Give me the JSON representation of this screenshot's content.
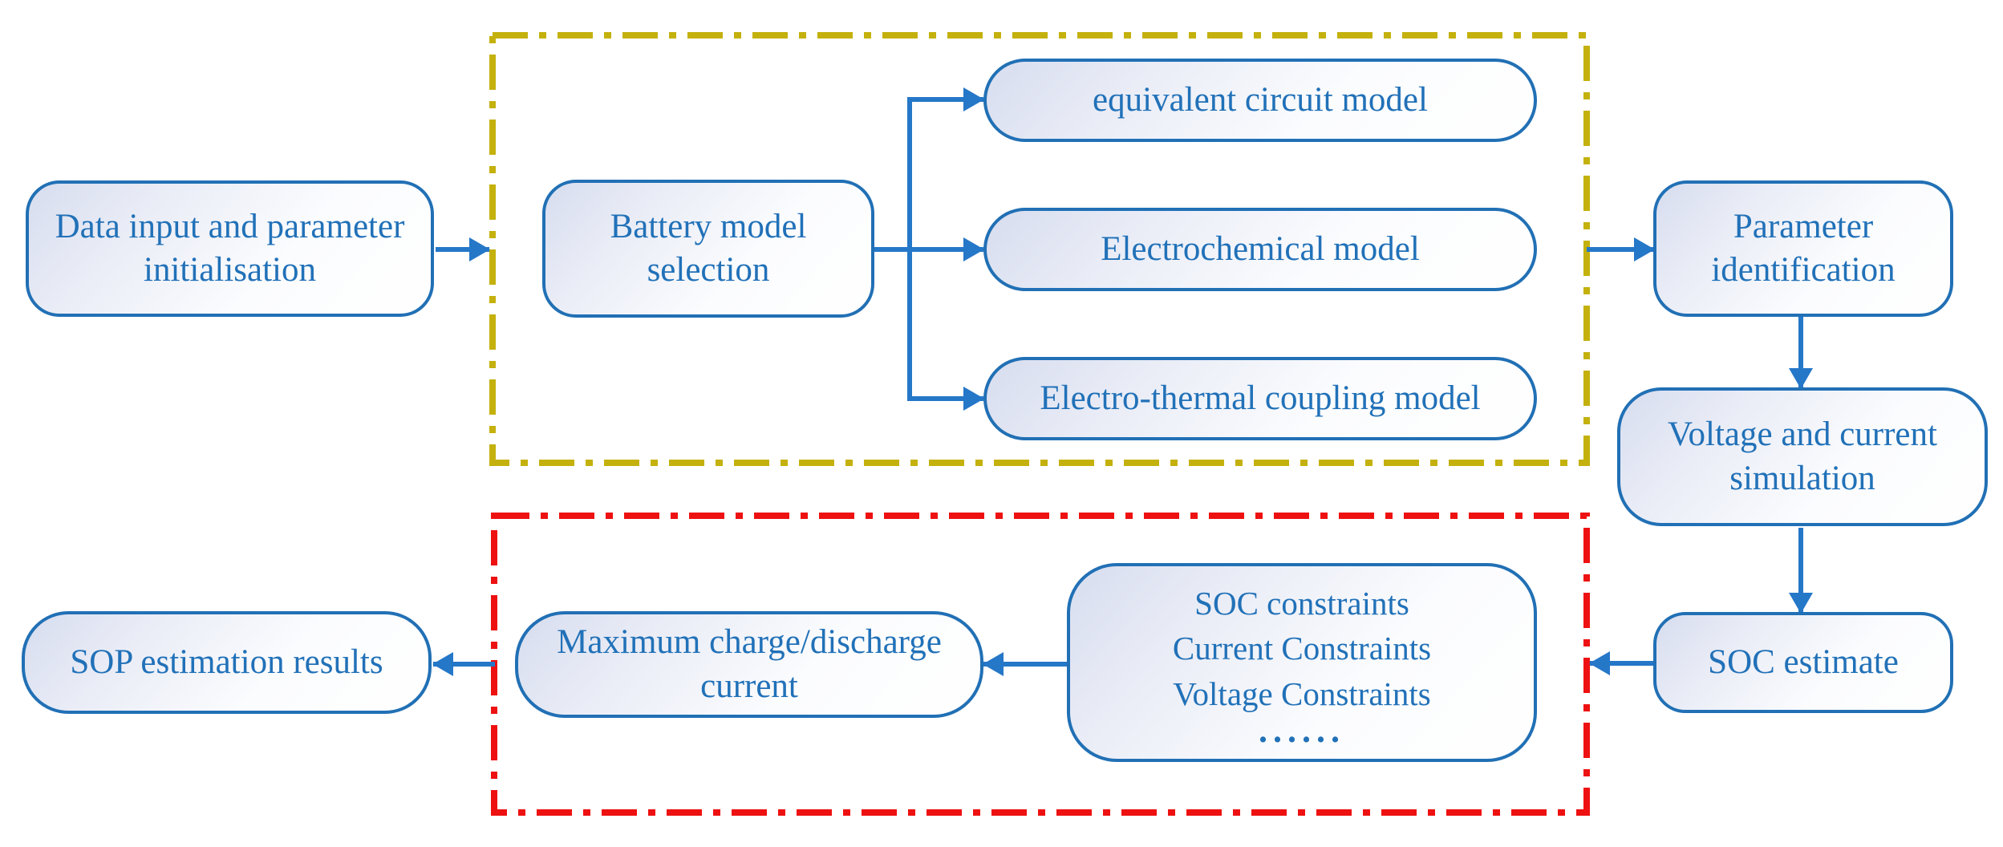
{
  "colors": {
    "node_border": "#2170b5",
    "node_text": "#2171b8",
    "arrow": "#2577c8",
    "model_group_border": "#c4b10e",
    "constraint_group_border": "#ee1111"
  },
  "nodes": {
    "data_input": {
      "lines": [
        "Data input and parameter",
        "initialisation"
      ]
    },
    "battery_model": {
      "lines": [
        "Battery model",
        "selection"
      ]
    },
    "equivalent_circuit": {
      "label": "equivalent circuit model"
    },
    "electrochemical": {
      "label": "Electrochemical model"
    },
    "electro_thermal": {
      "label": "Electro-thermal coupling model"
    },
    "parameter_identification": {
      "lines": [
        "Parameter",
        "identification"
      ]
    },
    "voltage_current_simulation": {
      "lines": [
        "Voltage and current",
        "simulation"
      ]
    },
    "soc_estimate": {
      "label": "SOC estimate"
    },
    "constraints": {
      "lines": [
        "SOC constraints",
        "Current Constraints",
        "Voltage Constraints",
        "......"
      ]
    },
    "maximum_current": {
      "lines": [
        "Maximum charge/discharge",
        "current"
      ]
    },
    "sop_results": {
      "label": "SOP estimation results"
    }
  }
}
